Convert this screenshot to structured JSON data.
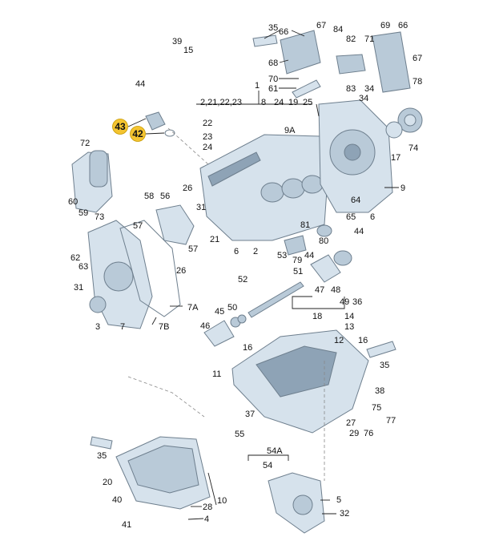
{
  "highlight_color": "#f4c430",
  "labels": {
    "l1": "1",
    "l2": "2",
    "l3": "3",
    "l4": "4",
    "l5": "5",
    "l6a": "6",
    "l6b": "6",
    "l7": "7",
    "l7a": "7A",
    "l7b": "7B",
    "l8": "8",
    "l9": "9",
    "l9a": "9A",
    "l10": "10",
    "l11": "11",
    "l12": "12",
    "l13": "13",
    "l14": "14",
    "l15": "15",
    "l16a": "16",
    "l16b": "16",
    "l17": "17",
    "l18": "18",
    "l19": "19",
    "l20": "20",
    "l21": "21",
    "l22": "22",
    "l23": "23",
    "l24": "24",
    "l24b": "24",
    "l25": "25",
    "l26a": "26",
    "l26b": "26",
    "l27": "27",
    "l28": "28",
    "l29": "29",
    "l31a": "31",
    "l31b": "31",
    "l32": "32",
    "l34": "34",
    "l35a": "35",
    "l35b": "35",
    "l35c": "35",
    "l36": "36",
    "l37": "37",
    "l38": "38",
    "l39": "39",
    "l40": "40",
    "l41": "41",
    "l42": "42",
    "l43": "43",
    "l44a": "44",
    "l44b": "44",
    "l44c": "44",
    "l45": "45",
    "l46": "46",
    "l47": "47",
    "l48": "48",
    "l49": "49",
    "l50": "50",
    "l51": "51",
    "l52": "52",
    "l53": "53",
    "l54": "54",
    "l54a": "54A",
    "l55": "55",
    "l56": "56",
    "l57a": "57",
    "l57b": "57",
    "l58": "58",
    "l59": "59",
    "l60": "60",
    "l61": "61",
    "l62": "62",
    "l63": "63",
    "l64": "64",
    "l65": "65",
    "l66a": "66",
    "l66b": "66",
    "l67a": "67",
    "l67b": "67",
    "l68": "68",
    "l69": "69",
    "l70": "70",
    "l71": "71",
    "l72": "72",
    "l73": "73",
    "l74": "74",
    "l75": "75",
    "l76": "76",
    "l77": "77",
    "l78": "78",
    "l79": "79",
    "l80": "80",
    "l81": "81",
    "l82": "82",
    "l83": "83",
    "l84": "84",
    "l_group": "2,21,22,23"
  }
}
